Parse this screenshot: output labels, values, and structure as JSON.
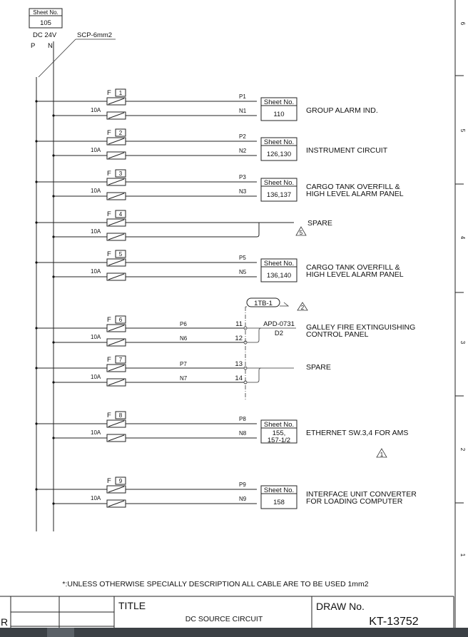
{
  "source": {
    "sheet_label": "Sheet No.",
    "sheet_no": "105",
    "voltage": "DC  24V",
    "p_label": "P",
    "n_label": "N",
    "cable": "SCP-6mm2"
  },
  "circuits": [
    {
      "fuse": "1",
      "rating": "10A",
      "p": "P1",
      "n": "N1",
      "sheet_label": "Sheet No.",
      "sheet": [
        "110"
      ],
      "desc": [
        "GROUP ALARM IND."
      ]
    },
    {
      "fuse": "2",
      "rating": "10A",
      "p": "P2",
      "n": "N2",
      "sheet_label": "Sheet No.",
      "sheet": [
        "126,130"
      ],
      "desc": [
        "INSTRUMENT CIRCUIT"
      ]
    },
    {
      "fuse": "3",
      "rating": "10A",
      "p": "P3",
      "n": "N3",
      "sheet_label": "Sheet No.",
      "sheet": [
        "136,137"
      ],
      "desc": [
        "CARGO TANK OVERFILL &",
        "HIGH LEVEL ALARM PANEL"
      ]
    },
    {
      "fuse": "4",
      "rating": "10A",
      "spare": true,
      "desc": [
        "SPARE"
      ],
      "rev": "5"
    },
    {
      "fuse": "5",
      "rating": "10A",
      "p": "P5",
      "n": "N5",
      "sheet_label": "Sheet No.",
      "sheet": [
        "136,140"
      ],
      "desc": [
        "CARGO TANK OVERFILL &",
        "HIGH LEVEL ALARM PANEL"
      ]
    },
    {
      "fuse": "6",
      "rating": "10A",
      "p": "P6",
      "n": "N6",
      "terminal": true,
      "t1": "11",
      "t2": "12",
      "dest": "APD-0731",
      "dest2": "D2",
      "desc": [
        "GALLEY FIRE EXTINGUISHING",
        "CONTROL PANEL"
      ]
    },
    {
      "fuse": "7",
      "rating": "10A",
      "p": "P7",
      "n": "N7",
      "terminal": true,
      "spare": true,
      "t1": "13",
      "t2": "14",
      "desc": [
        "SPARE"
      ]
    },
    {
      "fuse": "8",
      "rating": "10A",
      "p": "P8",
      "n": "N8",
      "sheet_label": "Sheet No.",
      "sheet": [
        "155,",
        "157-1/2"
      ],
      "desc": [
        "ETHERNET SW.3,4 FOR AMS"
      ],
      "rev": "1"
    },
    {
      "fuse": "9",
      "rating": "10A",
      "p": "P9",
      "n": "N9",
      "sheet_label": "Sheet No.",
      "sheet": [
        "158"
      ],
      "desc": [
        "INTERFACE UNIT CONVERTER",
        "FOR LOADING COMPUTER"
      ]
    }
  ],
  "fuse_prefix": "F",
  "terminal_block": {
    "label": "1TB-1",
    "rev": "2"
  },
  "note": "*:UNLESS OTHERWISE SPECIALLY DESCRIPTION ALL CABLE ARE TO BE USED 1mm2",
  "title_block": {
    "row_label": "R",
    "title_label": "TITLE",
    "title": "DC SOURCE CIRCUIT",
    "draw_label": "DRAW No.",
    "draw_no": "KT-13752"
  },
  "ruler": [
    "6",
    "5",
    "4",
    "3",
    "2",
    "1"
  ]
}
